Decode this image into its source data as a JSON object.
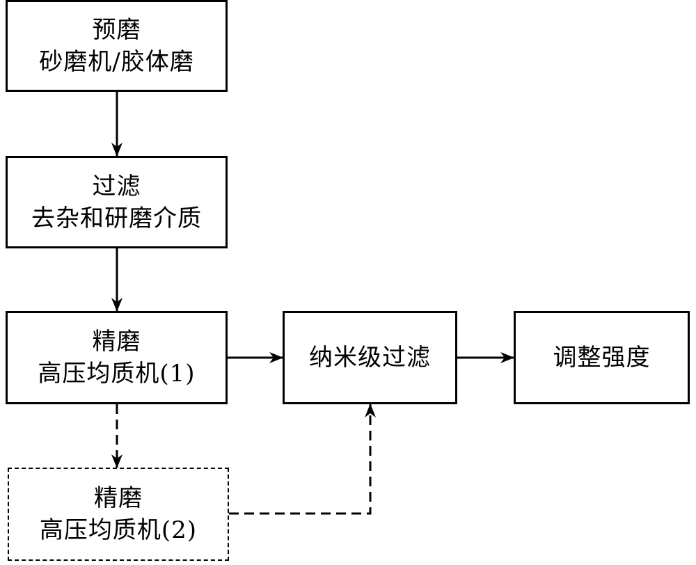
{
  "diagram": {
    "title": "",
    "nodes": [
      {
        "id": "pre_grind",
        "lines": [
          "预磨",
          "砂磨机/胶体磨"
        ],
        "style": "solid"
      },
      {
        "id": "filter",
        "lines": [
          "过滤",
          "去杂和研磨介质"
        ],
        "style": "solid"
      },
      {
        "id": "fine_grind_1",
        "lines": [
          "精磨",
          "高压均质机(1)"
        ],
        "style": "solid"
      },
      {
        "id": "fine_grind_2",
        "lines": [
          "精磨",
          "高压均质机(2)"
        ],
        "style": "dashed"
      },
      {
        "id": "nano_filter",
        "lines": [
          "纳米级过滤"
        ],
        "style": "solid"
      },
      {
        "id": "adjust_strength",
        "lines": [
          "调整强度"
        ],
        "style": "solid"
      }
    ],
    "edges": [
      {
        "from": "pre_grind",
        "to": "filter",
        "style": "solid"
      },
      {
        "from": "filter",
        "to": "fine_grind_1",
        "style": "solid"
      },
      {
        "from": "fine_grind_1",
        "to": "nano_filter",
        "style": "solid"
      },
      {
        "from": "nano_filter",
        "to": "adjust_strength",
        "style": "solid"
      },
      {
        "from": "fine_grind_1",
        "to": "fine_grind_2",
        "style": "dashed"
      },
      {
        "from": "fine_grind_2",
        "to": "nano_filter",
        "style": "dashed"
      }
    ]
  }
}
